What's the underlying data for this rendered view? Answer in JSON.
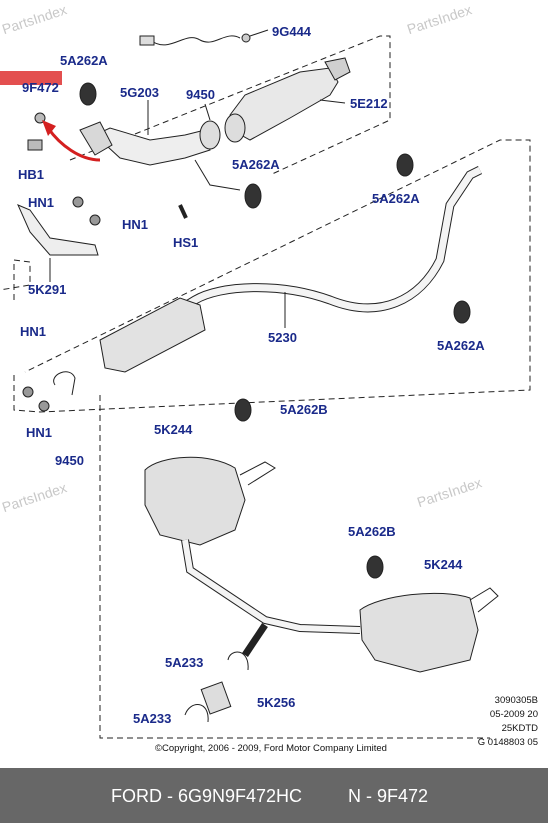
{
  "watermark": "PartsIndex",
  "labels": {
    "l_9g444": "9G444",
    "l_5a262a_top": "5A262A",
    "l_9f472": "9F472",
    "l_5g203": "5G203",
    "l_9450_top": "9450",
    "l_5e212": "5E212",
    "l_hb1": "HB1",
    "l_5a262a_mid": "5A262A",
    "l_hn1_a": "HN1",
    "l_hn1_b": "HN1",
    "l_hs1": "HS1",
    "l_5a262a_right": "5A262A",
    "l_5k291": "5K291",
    "l_hn1_c": "HN1",
    "l_5230": "5230",
    "l_5a262a_rlow": "5A262A",
    "l_hn1_d": "HN1",
    "l_9450_bot": "9450",
    "l_5a262b_top": "5A262B",
    "l_5k244_a": "5K244",
    "l_5a262b_mid": "5A262B",
    "l_5k244_b": "5K244",
    "l_5a233_a": "5A233",
    "l_5k256": "5K256",
    "l_5a233_b": "5A233"
  },
  "info_block": [
    "3090305B",
    "05-2009 20",
    "25KDTD",
    "G 0148803 05"
  ],
  "copyright": "©Copyright, 2006 - 2009, Ford Motor Company Limited",
  "footer": {
    "part": "FORD - 6G9N9F472HC",
    "ref": "N - 9F472"
  },
  "colors": {
    "label": "#1a2a8a",
    "highlight": "#e34f4f",
    "arrow": "#d42020",
    "footer_bg": "#676767"
  }
}
